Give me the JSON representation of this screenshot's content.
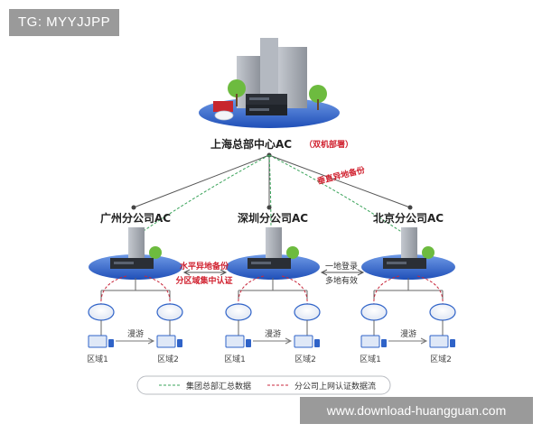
{
  "tag": "TG: MYYJJPP",
  "watermark": "www.download-huangguan.com",
  "hq": {
    "name": "上海总部中心AC",
    "note": "双机部署"
  },
  "vertical_backup": "垂直异地备份",
  "branches": [
    {
      "name": "广州分公司AC",
      "zone1": "区域1",
      "zone2": "区域2",
      "roam": "漫游"
    },
    {
      "name": "深圳分公司AC",
      "zone1": "区域1",
      "zone2": "区域2",
      "roam": "漫游"
    },
    {
      "name": "北京分公司AC",
      "zone1": "区域1",
      "zone2": "区域2",
      "roam": "漫游"
    }
  ],
  "horizontal_backup": {
    "line1": "水平异地备份",
    "line2": "分区域集中认证"
  },
  "login": {
    "line1": "一地登录",
    "line2": "多地有效"
  },
  "legend": {
    "green": "集团总部汇总数据",
    "red": "分公司上网认证数据流"
  },
  "colors": {
    "green_dash": "#3aa35a",
    "red_dash": "#c8283c",
    "platform": "#2f63c8",
    "accent": "#d0202e"
  }
}
